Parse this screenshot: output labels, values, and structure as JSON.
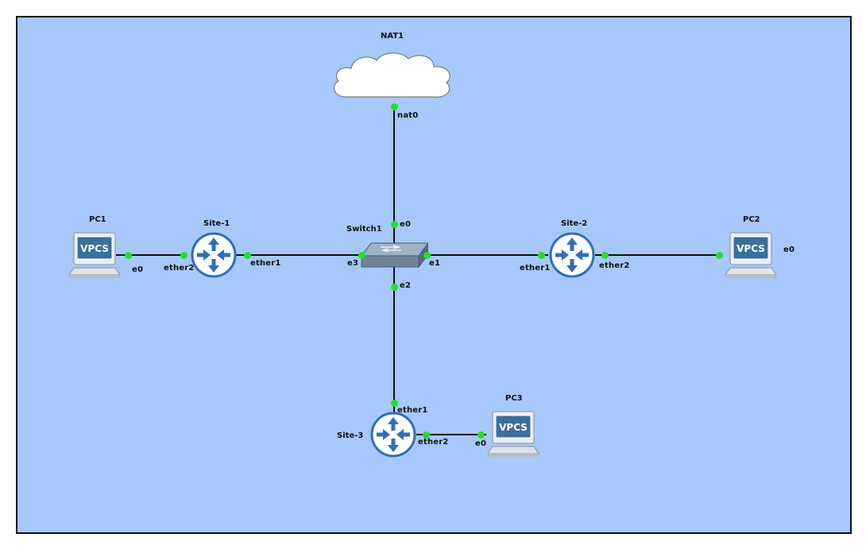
{
  "nodes": {
    "nat1": {
      "label": "NAT1"
    },
    "switch1": {
      "label": "Switch1"
    },
    "site1": {
      "label": "Site-1"
    },
    "site2": {
      "label": "Site-2"
    },
    "site3": {
      "label": "Site-3"
    },
    "pc1": {
      "label": "PC1",
      "badge": "VPCS"
    },
    "pc2": {
      "label": "PC2",
      "badge": "VPCS"
    },
    "pc3": {
      "label": "PC3",
      "badge": "VPCS"
    }
  },
  "interfaces": {
    "nat1_nat0": "nat0",
    "switch1_e0": "e0",
    "switch1_e1": "e1",
    "switch1_e2": "e2",
    "switch1_e3": "e3",
    "site1_ether1": "ether1",
    "site1_ether2": "ether2",
    "site2_ether1": "ether1",
    "site2_ether2": "ether2",
    "site3_ether1": "ether1",
    "site3_ether2": "ether2",
    "pc1_e0": "e0",
    "pc2_e0": "e0",
    "pc3_e0": "e0"
  },
  "colors": {
    "canvas": "#a6c8fa",
    "link": "#111111",
    "port": "#22e027",
    "router": "#2f6fb7"
  }
}
